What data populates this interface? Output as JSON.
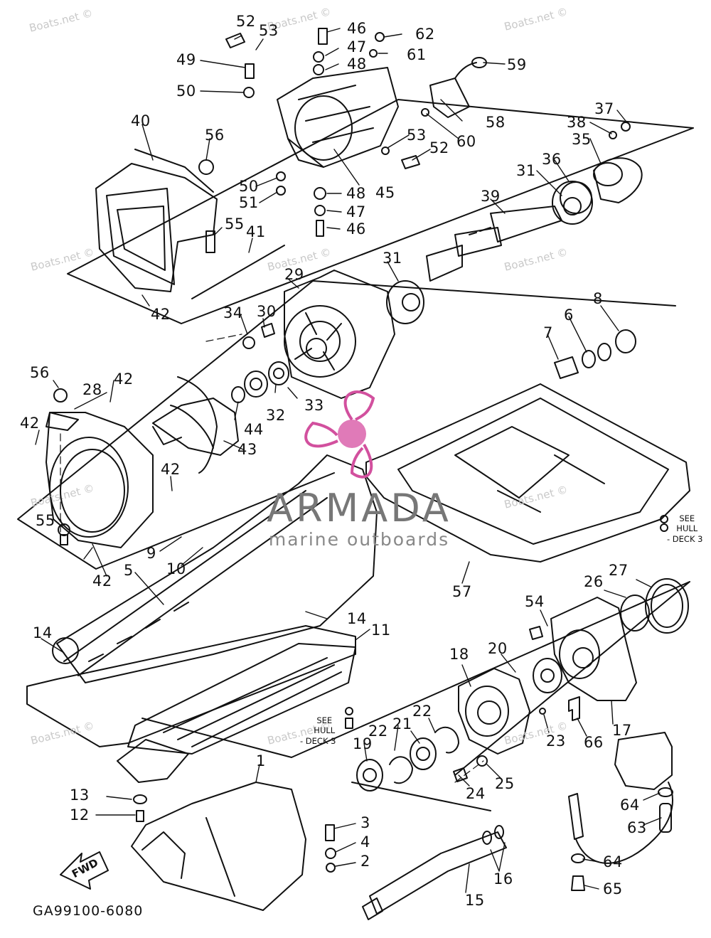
{
  "diagram": {
    "code": "GA99100-6080",
    "fwd_label": "FWD",
    "see_hull_right": [
      "SEE",
      "HULL",
      "- DECK 3"
    ],
    "see_hull_left": [
      "SEE",
      "HULL",
      "- DECK 3"
    ],
    "watermark": "Boats.net ©"
  },
  "brand": {
    "name": "ARMADA",
    "tagline": "marine outboards",
    "accent": "#d2509e"
  },
  "colors": {
    "line": "#111111",
    "watermark": "#c9c9c9",
    "logo_pink": "#d2509e"
  },
  "callouts": [
    {
      "id": "c52a",
      "label": "52"
    },
    {
      "id": "c53a",
      "label": "53"
    },
    {
      "id": "c46a",
      "label": "46"
    },
    {
      "id": "c47a",
      "label": "47"
    },
    {
      "id": "c48a",
      "label": "48"
    },
    {
      "id": "c62",
      "label": "62"
    },
    {
      "id": "c61",
      "label": "61"
    },
    {
      "id": "c59",
      "label": "59"
    },
    {
      "id": "c49",
      "label": "49"
    },
    {
      "id": "c50a",
      "label": "50"
    },
    {
      "id": "c58",
      "label": "58"
    },
    {
      "id": "c60",
      "label": "60"
    },
    {
      "id": "c53b",
      "label": "53"
    },
    {
      "id": "c52b",
      "label": "52"
    },
    {
      "id": "c37",
      "label": "37"
    },
    {
      "id": "c38",
      "label": "38"
    },
    {
      "id": "c35",
      "label": "35"
    },
    {
      "id": "c40",
      "label": "40"
    },
    {
      "id": "c56a",
      "label": "56"
    },
    {
      "id": "c50b",
      "label": "50"
    },
    {
      "id": "c51",
      "label": "51"
    },
    {
      "id": "c48b",
      "label": "48"
    },
    {
      "id": "c47b",
      "label": "47"
    },
    {
      "id": "c45",
      "label": "45"
    },
    {
      "id": "c46b",
      "label": "46"
    },
    {
      "id": "c36",
      "label": "36"
    },
    {
      "id": "c31a",
      "label": "31"
    },
    {
      "id": "c39",
      "label": "39"
    },
    {
      "id": "c55a",
      "label": "55"
    },
    {
      "id": "c41",
      "label": "41"
    },
    {
      "id": "c42a",
      "label": "42"
    },
    {
      "id": "c29",
      "label": "29"
    },
    {
      "id": "c31b",
      "label": "31"
    },
    {
      "id": "c34",
      "label": "34"
    },
    {
      "id": "c30",
      "label": "30"
    },
    {
      "id": "c8",
      "label": "8"
    },
    {
      "id": "c6",
      "label": "6"
    },
    {
      "id": "c7",
      "label": "7"
    },
    {
      "id": "c56b",
      "label": "56"
    },
    {
      "id": "c28",
      "label": "28"
    },
    {
      "id": "c42b",
      "label": "42"
    },
    {
      "id": "c42c",
      "label": "42"
    },
    {
      "id": "c44",
      "label": "44"
    },
    {
      "id": "c32",
      "label": "32"
    },
    {
      "id": "c33",
      "label": "33"
    },
    {
      "id": "c43",
      "label": "43"
    },
    {
      "id": "c42d",
      "label": "42"
    },
    {
      "id": "c55b",
      "label": "55"
    },
    {
      "id": "c9",
      "label": "9"
    },
    {
      "id": "c10",
      "label": "10"
    },
    {
      "id": "c42e",
      "label": "42"
    },
    {
      "id": "c5",
      "label": "5"
    },
    {
      "id": "c57",
      "label": "57"
    },
    {
      "id": "c27",
      "label": "27"
    },
    {
      "id": "c26",
      "label": "26"
    },
    {
      "id": "c54",
      "label": "54"
    },
    {
      "id": "c14a",
      "label": "14"
    },
    {
      "id": "c14b",
      "label": "14"
    },
    {
      "id": "c11",
      "label": "11"
    },
    {
      "id": "c18",
      "label": "18"
    },
    {
      "id": "c20",
      "label": "20"
    },
    {
      "id": "c17",
      "label": "17"
    },
    {
      "id": "c22a",
      "label": "22"
    },
    {
      "id": "c21",
      "label": "21"
    },
    {
      "id": "c22b",
      "label": "22"
    },
    {
      "id": "c19",
      "label": "19"
    },
    {
      "id": "c23",
      "label": "23"
    },
    {
      "id": "c66",
      "label": "66"
    },
    {
      "id": "c24",
      "label": "24"
    },
    {
      "id": "c25",
      "label": "25"
    },
    {
      "id": "c64a",
      "label": "64"
    },
    {
      "id": "c63",
      "label": "63"
    },
    {
      "id": "c13",
      "label": "13"
    },
    {
      "id": "c12",
      "label": "12"
    },
    {
      "id": "c1",
      "label": "1"
    },
    {
      "id": "c3",
      "label": "3"
    },
    {
      "id": "c4",
      "label": "4"
    },
    {
      "id": "c2",
      "label": "2"
    },
    {
      "id": "c16",
      "label": "16"
    },
    {
      "id": "c64b",
      "label": "64"
    },
    {
      "id": "c65",
      "label": "65"
    },
    {
      "id": "c15",
      "label": "15"
    }
  ]
}
